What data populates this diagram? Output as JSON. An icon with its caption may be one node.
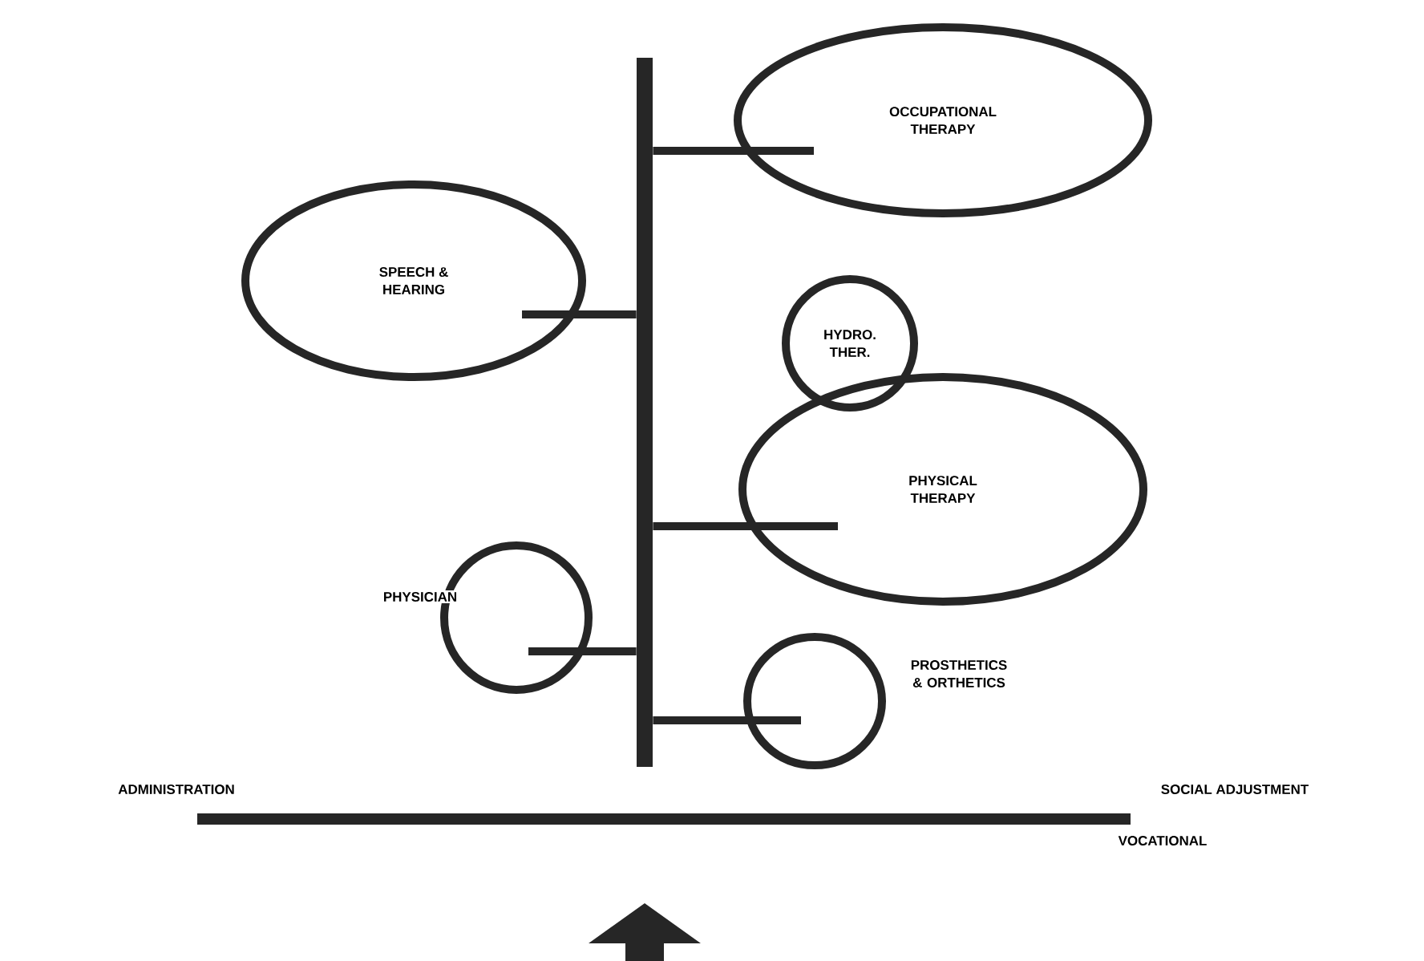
{
  "diagram": {
    "nodes": [
      {
        "text": [],
        "shape": "bar"
      },
      {
        "text": [
          "OCCUPATIONAL THERAPY"
        ]
      },
      {
        "text": [
          "SPEECH & HEARING"
        ]
      },
      {
        "text": [
          "HYDRO. THER."
        ]
      },
      {
        "text": [
          "PHYSICAL THERAPY"
        ]
      },
      {
        "text": [],
        "shape": "circle",
        "beside": [
          "PHYSICIAN"
        ]
      },
      {
        "text": [],
        "shape": "circle",
        "beside": [
          "PROSTHETICS & ORTHETICS"
        ]
      }
    ],
    "edges": [
      {
        "from": 0,
        "to": 1,
        "arrow": "none"
      },
      {
        "from": 0,
        "to": 2,
        "arrow": "none"
      },
      {
        "from": 0,
        "to": 4,
        "arrow": "none"
      },
      {
        "from": 0,
        "to": 5,
        "arrow": "none"
      },
      {
        "from": 0,
        "to": 6,
        "arrow": "none"
      }
    ],
    "labels": [
      "ADMINISTRATION",
      "SOCIAL ADJUSTMENT",
      "VOCATIONAL"
    ]
  }
}
